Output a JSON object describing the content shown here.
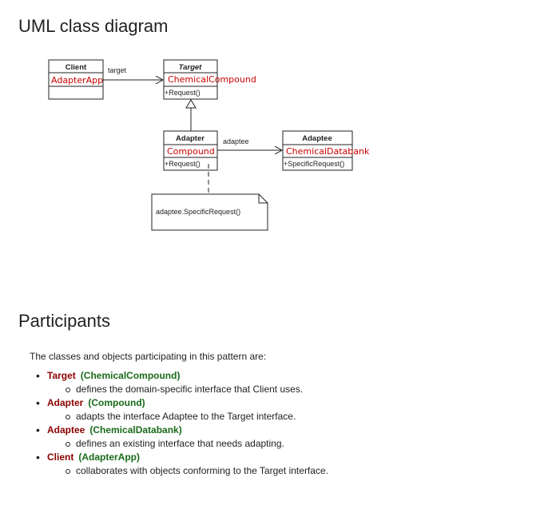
{
  "title": "UML class diagram",
  "diagram": {
    "client": {
      "name": "Client",
      "attr": "AdapterApp"
    },
    "target": {
      "name": "Target",
      "attr": "ChemicalCompound",
      "method": "+Request()"
    },
    "adapter": {
      "name": "Adapter",
      "attr": "Compound",
      "method": "+Request()"
    },
    "adaptee": {
      "name": "Adaptee",
      "attr": "ChemicalDatabank",
      "method": "+SpecificRequest()"
    },
    "labels": {
      "target": "target",
      "adaptee": "adaptee"
    },
    "note": "adaptee.SpecificRequest()",
    "colors": {
      "line": "#222222",
      "impl_name": "#cc0000"
    }
  },
  "participants": {
    "heading": "Participants",
    "intro": "The classes and objects participating in this pattern are:",
    "items": [
      {
        "name": "Target",
        "impl": "(ChemicalCompound)",
        "desc": "defines the domain-specific interface that Client uses."
      },
      {
        "name": "Adapter",
        "impl": "(Compound)",
        "desc": "adapts the interface Adaptee to the Target interface."
      },
      {
        "name": "Adaptee",
        "impl": "(ChemicalDatabank)",
        "desc": "defines an existing interface that needs adapting."
      },
      {
        "name": "Client",
        "impl": "(AdapterApp)",
        "desc": "collaborates with objects conforming to the Target interface."
      }
    ],
    "colors": {
      "name": "#8b0000",
      "impl": "#1a6b1a"
    }
  }
}
